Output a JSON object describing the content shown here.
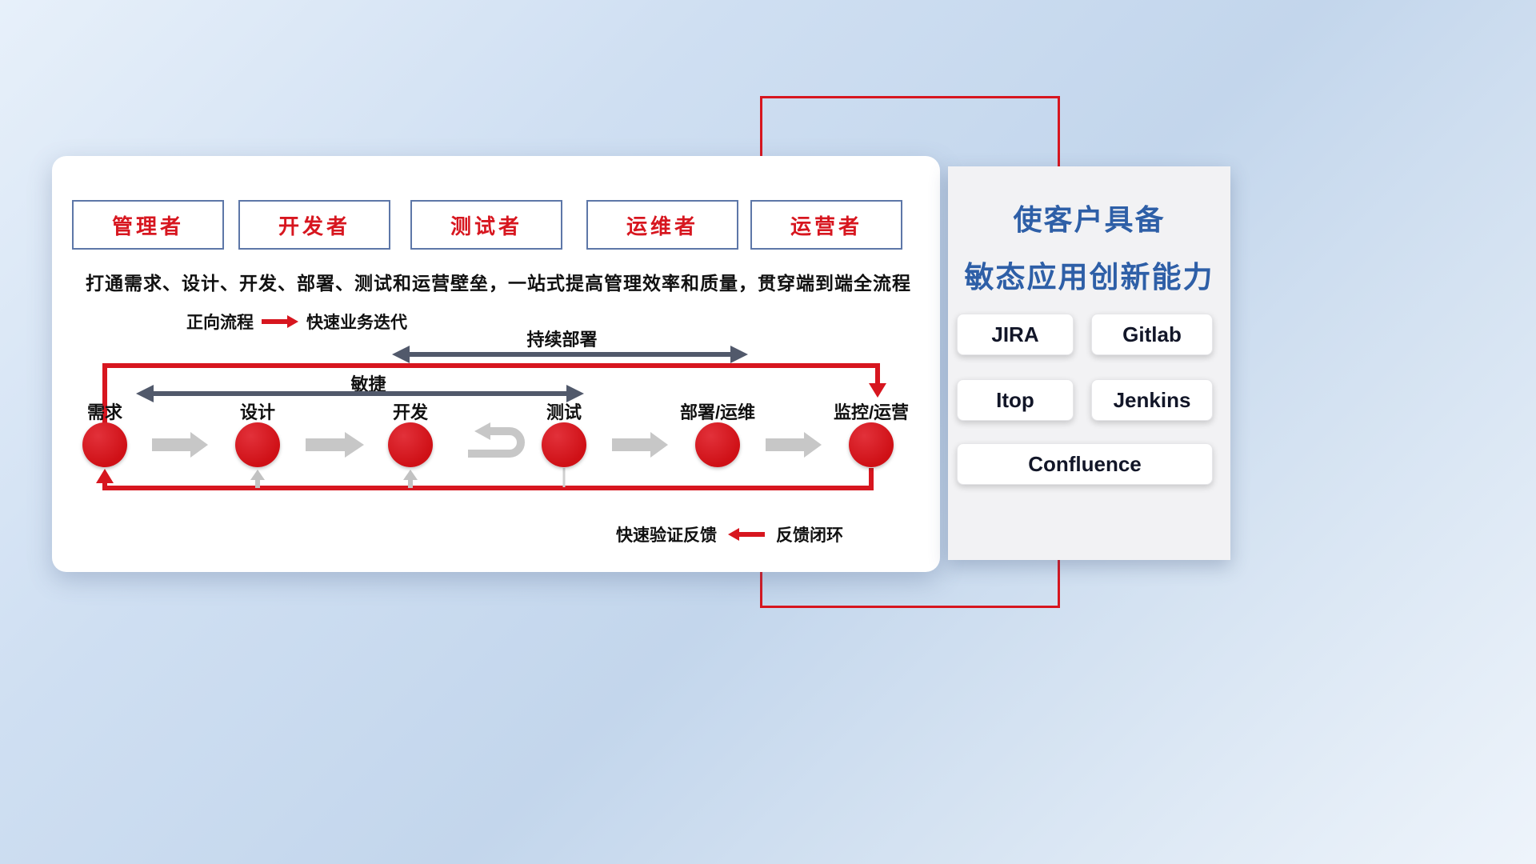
{
  "card": {
    "roles": [
      "管理者",
      "开发者",
      "测试者",
      "运维者",
      "运营者"
    ],
    "subtitle": "打通需求、设计、开发、部署、测试和运营壁垒，一站式提高管理效率和质量，贯穿端到端全流程",
    "legend": {
      "forward_label": "正向流程",
      "forward_text": "快速业务迭代",
      "feedback_text": "快速验证反馈",
      "feedback_label": "反馈闭环"
    },
    "arrows": {
      "continuous_deploy": "持续部署",
      "agile": "敏捷"
    },
    "nodes": [
      "需求",
      "设计",
      "开发",
      "测试",
      "部署/运维",
      "监控/运营"
    ]
  },
  "panel": {
    "title_line1": "使客户具备",
    "title_line2": "敏态应用创新能力",
    "tools": [
      "JIRA",
      "Gitlab",
      "Itop",
      "Jenkins",
      "Confluence"
    ]
  },
  "colors": {
    "red": "#d7161f",
    "dark_arrow": "#51596b",
    "light_arrow": "#c7c7c7",
    "blue_title": "#2e5fa7",
    "card_bg": "#ffffff",
    "panel_bg": "#f2f2f4"
  }
}
